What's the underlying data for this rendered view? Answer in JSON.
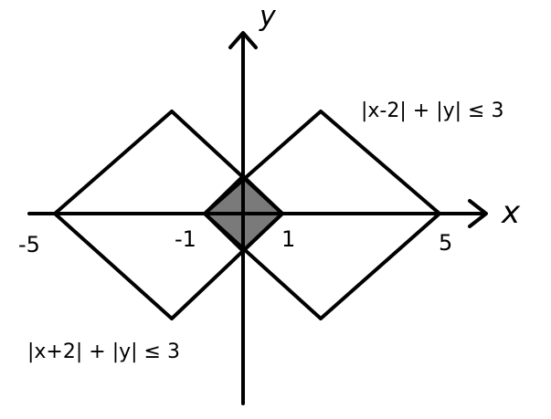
{
  "axes": {
    "x_label": "x",
    "y_label": "y"
  },
  "ticks": {
    "neg5": "-5",
    "neg1": "-1",
    "pos1": "1",
    "pos5": "5"
  },
  "regions": {
    "right_label": "|x-2| + |y| ≤ 3",
    "left_label": "|x+2| + |y| ≤ 3"
  },
  "colors": {
    "stroke": "#000000",
    "intersection_fill": "#7a7a7a",
    "background": "#ffffff"
  }
}
